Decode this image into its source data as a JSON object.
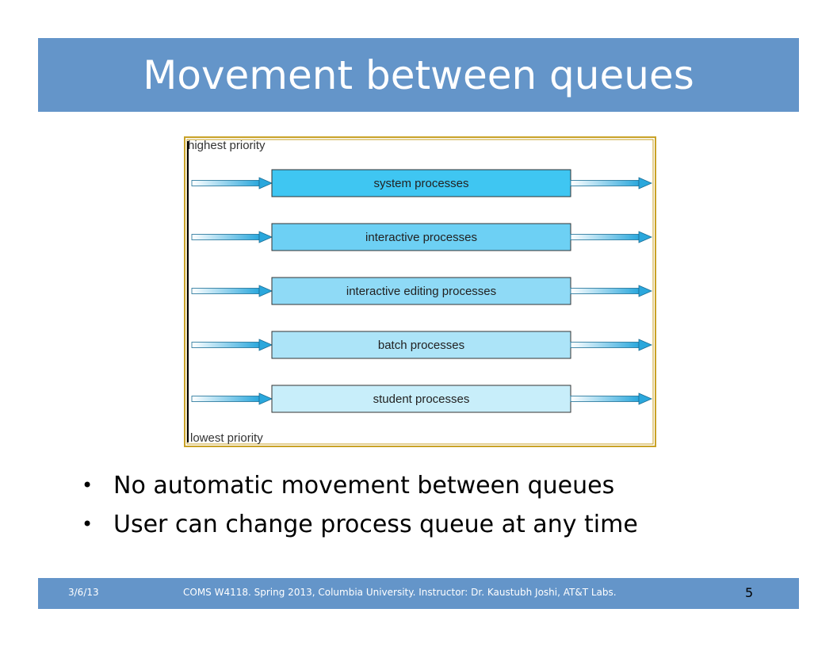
{
  "slide": {
    "title": "Movement between queues"
  },
  "diagram": {
    "top_label": "highest priority",
    "bottom_label": "lowest priority",
    "queues": [
      {
        "label": "system processes",
        "color": "#3fc6f2"
      },
      {
        "label": "interactive processes",
        "color": "#6dd0f4"
      },
      {
        "label": "interactive editing processes",
        "color": "#8fdaf6"
      },
      {
        "label": "batch processes",
        "color": "#ace4f8"
      },
      {
        "label": "student processes",
        "color": "#c8eefa"
      }
    ],
    "arrow_color": "#2aa7dc",
    "border_color": "#c9a227"
  },
  "bullets": [
    "No automatic movement between queues",
    "User can change process queue at any time"
  ],
  "footer": {
    "date": "3/6/13",
    "course": "COMS W4118. Spring 2013, Columbia University. Instructor: Dr. Kaustubh Joshi, AT&T Labs.",
    "page": "5"
  },
  "colors": {
    "header_bar": "#6495c9",
    "footer_bar": "#6495c9"
  }
}
